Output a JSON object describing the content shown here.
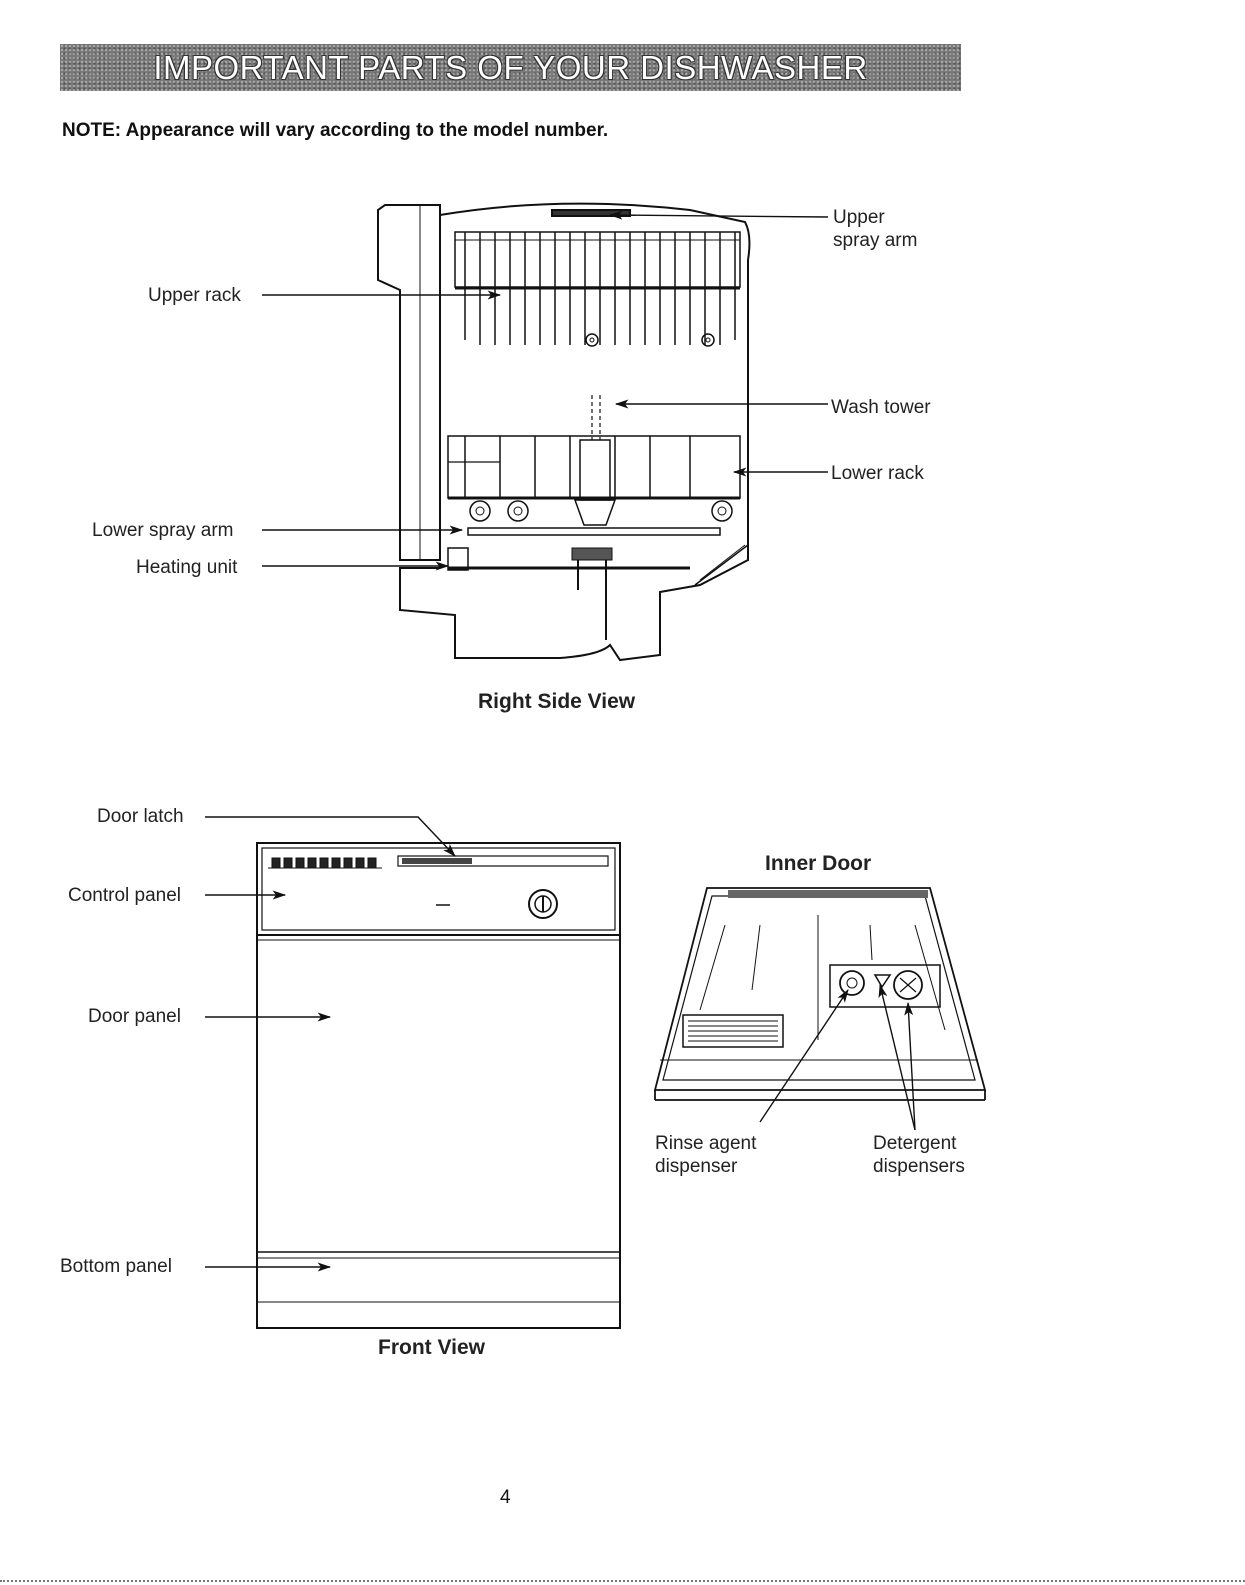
{
  "header": {
    "title": "IMPORTANT PARTS OF YOUR DISHWASHER"
  },
  "note": "NOTE:  Appearance will vary according to the model number.",
  "side_view": {
    "caption": "Right Side View",
    "labels": {
      "upper_spray_arm_1": "Upper",
      "upper_spray_arm_2": "spray arm",
      "upper_rack": "Upper rack",
      "wash_tower": "Wash tower",
      "lower_rack": "Lower rack",
      "lower_spray_arm": "Lower spray arm",
      "heating_unit": "Heating unit"
    }
  },
  "front_view": {
    "caption": "Front View",
    "labels": {
      "door_latch": "Door latch",
      "control_panel": "Control panel",
      "door_panel": "Door panel",
      "bottom_panel": "Bottom panel"
    }
  },
  "inner_door": {
    "caption": "Inner Door",
    "labels": {
      "rinse_1": "Rinse agent",
      "rinse_2": "dispenser",
      "detergent_1": "Detergent",
      "detergent_2": "dispensers"
    }
  },
  "page_number": "4"
}
